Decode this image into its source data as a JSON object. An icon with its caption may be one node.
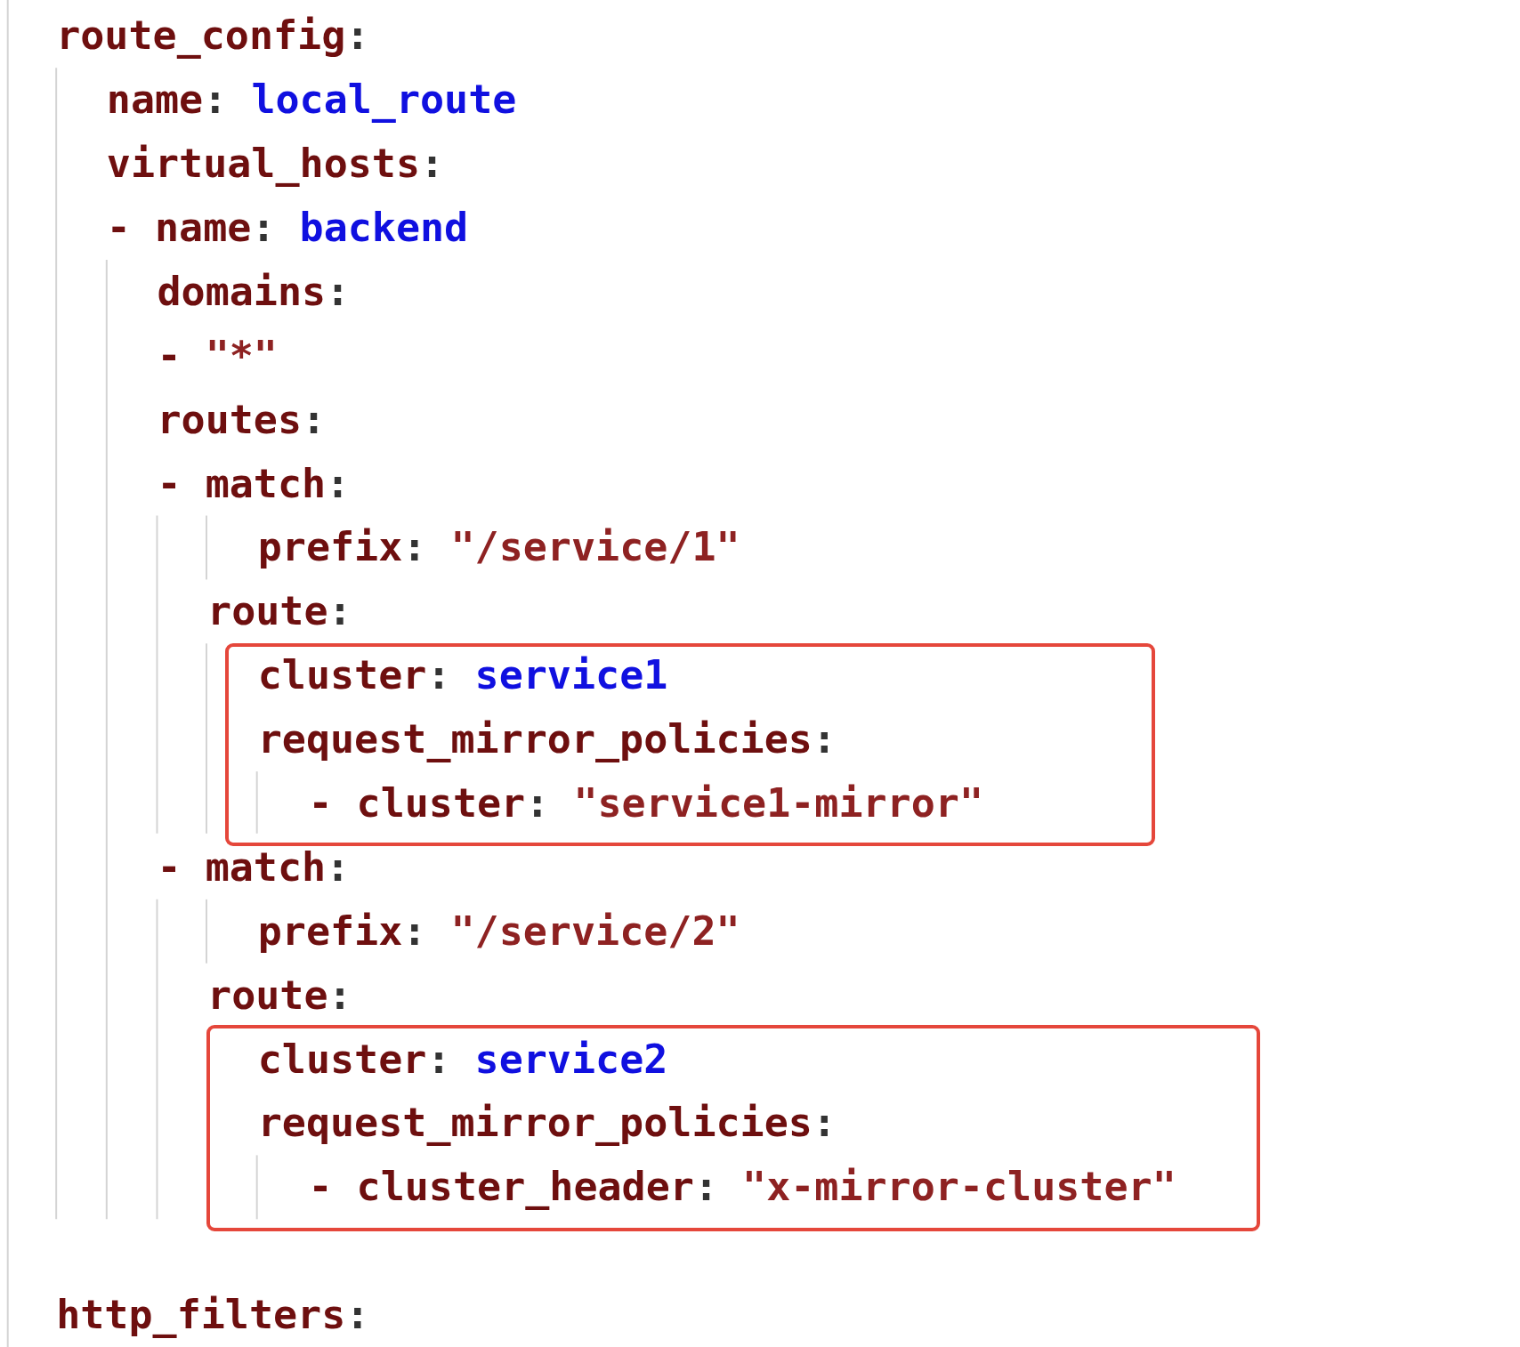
{
  "diagram": {
    "nodes": [
      {
        "text": [
          "cluster: service1",
          "request_mirror_policies:",
          "- cluster: \"service1-mirror\""
        ]
      },
      {
        "text": [
          "cluster: service2",
          "request_mirror_policies:",
          "- cluster_header: \"x-mirror-cluster\""
        ]
      }
    ],
    "labels": [
      "route_config:",
      "name: local_route",
      "virtual_hosts:",
      "- name: backend",
      "domains:",
      "- \"*\"",
      "routes:",
      "- match:",
      "prefix: \"/service/1\"",
      "route:",
      "- match:",
      "prefix: \"/service/2\"",
      "route:",
      "http_filters:"
    ]
  }
}
